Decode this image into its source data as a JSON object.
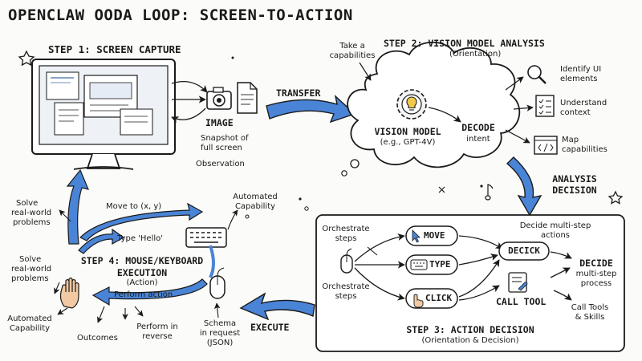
{
  "title": "OPENCLAW OODA LOOP: SCREEN-TO-ACTION",
  "step1": {
    "heading": "STEP 1: SCREEN CAPTURE",
    "image_label": "IMAGE",
    "snapshot": [
      "Snapshot of",
      "full screen"
    ],
    "observation": "Observation"
  },
  "transfer": "TRANSFER",
  "step2": {
    "heading": "STEP 2: VISION MODEL ANALYSIS",
    "subheading": "(Orientation)",
    "take": [
      "Take a",
      "capabilities"
    ],
    "vision_model": [
      "VISION MODEL",
      "(e.g., GPT-4V)"
    ],
    "decode": [
      "DECODE",
      "intent"
    ],
    "outputs": [
      [
        "Identify UI",
        "elements"
      ],
      [
        "Understand",
        "context"
      ],
      [
        "Map",
        "capabilities"
      ]
    ]
  },
  "analysis_decision": [
    "ANALYSIS",
    "DECISION"
  ],
  "step3": {
    "heading": "STEP 3: ACTION DECISION",
    "subheading": "(Orientation & Decision)",
    "orchestrate_1": [
      "Orchestrate",
      "steps"
    ],
    "orchestrate_2": [
      "Orchestrate",
      "steps"
    ],
    "actions": [
      "MOVE",
      "TYPE",
      "CLICK"
    ],
    "decide_multi": [
      "Decide multi-step",
      "actions"
    ],
    "deck": "DECICK",
    "call_tool": "CALL TOOL",
    "decide_process": [
      "DECIDE",
      "multi-step",
      "process"
    ],
    "call_tools_skills": [
      "Call Tools",
      "& Skills"
    ]
  },
  "execute": "EXECUTE",
  "step4": {
    "heading": [
      "STEP 4: MOUSE/KEYBOARD",
      "EXECUTION"
    ],
    "subheading": "(Action)",
    "move_to": "Move to (x, y)",
    "type_hello": "Type 'Hello'",
    "automated_capability_1": [
      "Automated",
      "Capability"
    ],
    "perform_action": "Perform action",
    "schema": [
      "Schema",
      "in request",
      "(JSON)"
    ],
    "solve_1": [
      "Solve",
      "real-world",
      "problems"
    ],
    "solve_2": [
      "Solve",
      "real-world",
      "problems"
    ],
    "automated_capability_2": [
      "Automated",
      "Capability"
    ],
    "outcomes": "Outcomes",
    "perform_reverse": [
      "Perform in",
      "reverse"
    ]
  },
  "colors": {
    "ink": "#1a1a1a",
    "blue": "#4a84d6",
    "blue_light": "#bcd3f2",
    "bulb": "#f2c94c",
    "skin": "#f1c9a2",
    "paper": "#fbfbf9"
  },
  "icons": [
    "star-icon",
    "monitor-icon",
    "camera-icon",
    "document-icon",
    "gear-bulb-icon",
    "magnifier-icon",
    "checklist-icon",
    "code-window-icon",
    "mouse-icon",
    "keyboard-icon",
    "cursor-icon",
    "pointer-hand-icon",
    "tool-icon",
    "hand-icon",
    "music-note-icon"
  ]
}
